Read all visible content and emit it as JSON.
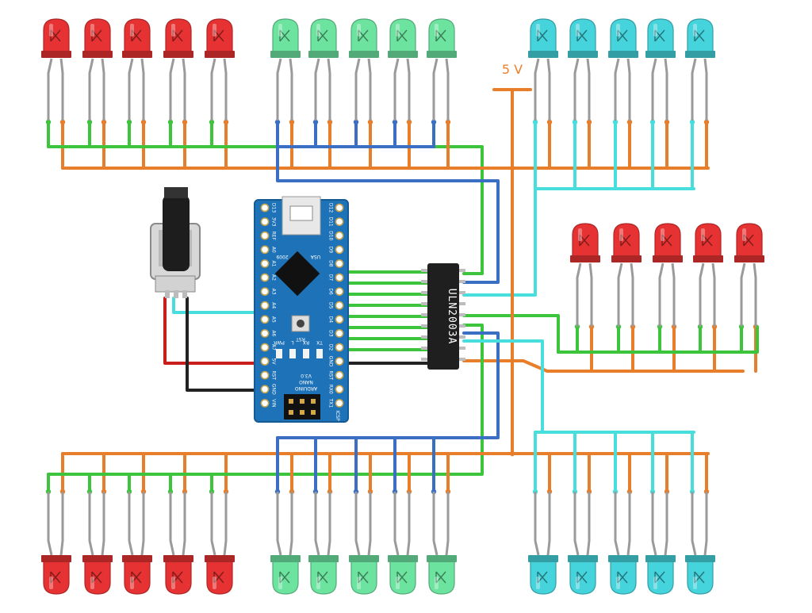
{
  "supply": {
    "label": "5 V"
  },
  "driver_chip": {
    "label": "ULN2003A"
  },
  "board": {
    "name_lines": [
      "ARDUINO",
      "NANO",
      "V3.0"
    ],
    "chip_text": "2009",
    "usb_text": "USA",
    "rst_button": "RST",
    "icsp": "ICSP",
    "status_leds": [
      "PWR",
      "L",
      "RX",
      "TX"
    ],
    "pins_left": [
      "D13",
      "3V3",
      "REF",
      "A0",
      "A1",
      "A2",
      "A3",
      "A4",
      "A5",
      "A6",
      "A7",
      "5V",
      "RST",
      "GND",
      "VIN"
    ],
    "pins_right": [
      "D12",
      "D11",
      "D10",
      "D9",
      "D8",
      "D7",
      "D6",
      "D5",
      "D4",
      "D3",
      "D2",
      "GND",
      "RST",
      "RX0",
      "TX1"
    ]
  },
  "led_groups": [
    {
      "id": "top-left",
      "color": "red",
      "count": 5
    },
    {
      "id": "top-middle",
      "color": "green",
      "count": 5
    },
    {
      "id": "top-right",
      "color": "cyan",
      "count": 5
    },
    {
      "id": "middle-right",
      "color": "red",
      "count": 5
    },
    {
      "id": "bottom-left",
      "color": "red",
      "count": 5
    },
    {
      "id": "bottom-middle",
      "color": "green",
      "count": 5
    },
    {
      "id": "bottom-right",
      "color": "cyan",
      "count": 5
    }
  ],
  "colors": {
    "red_led": "#e63232",
    "green_led": "#6de3a0",
    "cyan_led": "#45d3dc",
    "wire_green": "#3cc43c",
    "wire_orange": "#e87d2a",
    "wire_blue": "#3b6fc4",
    "wire_cyan": "#48dede",
    "wire_red": "#c81e1e",
    "wire_black": "#222222",
    "board_blue": "#1e72b8",
    "chip_body": "#1f1f1f"
  }
}
